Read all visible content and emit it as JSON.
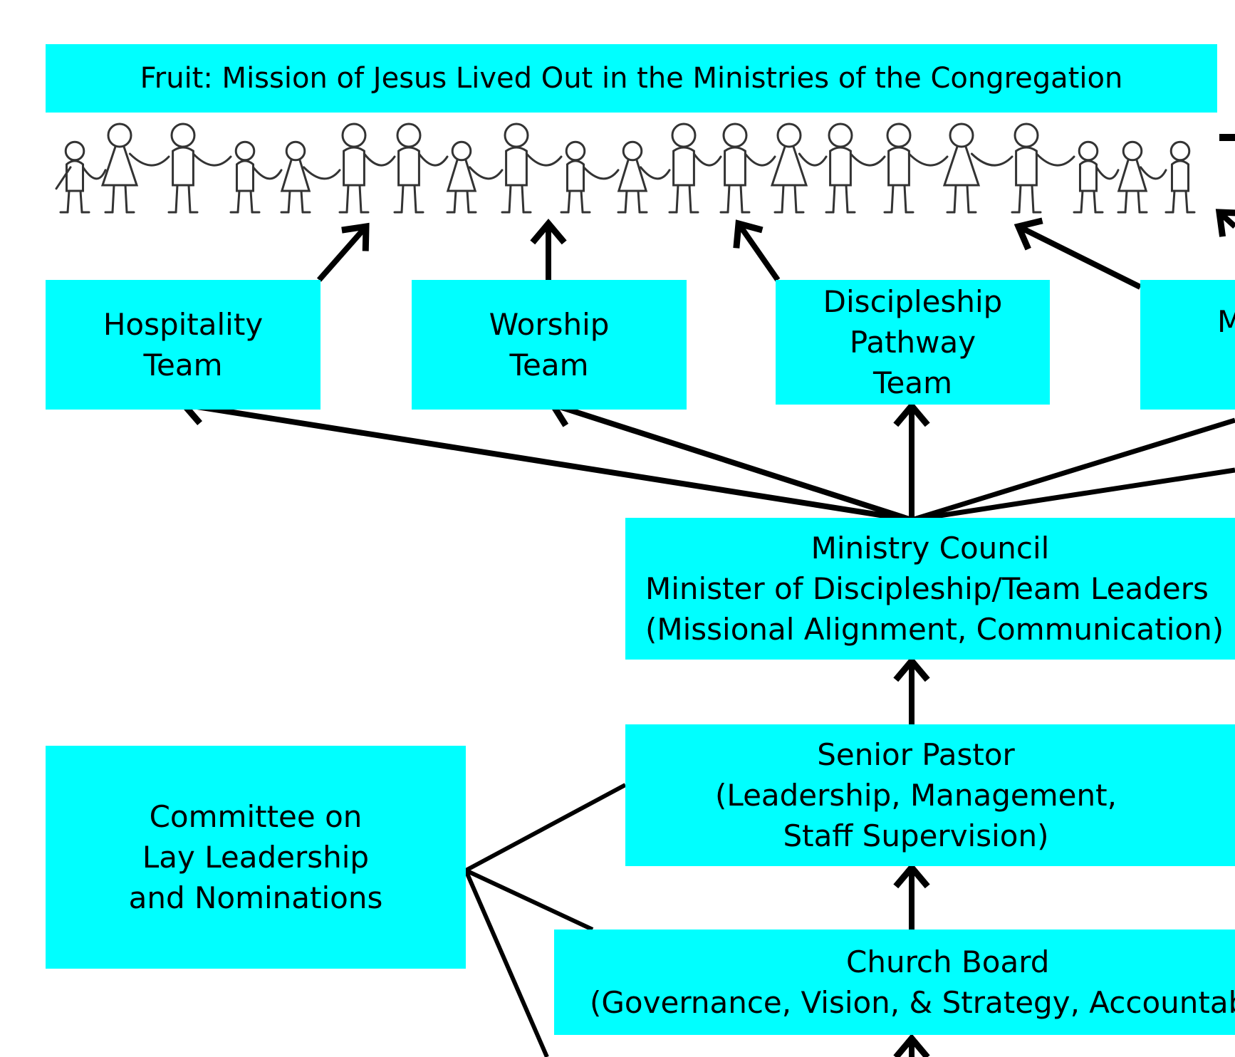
{
  "fruit_banner": {
    "text": "Fruit: Mission of Jesus Lived Out in the Ministries of the Congregation"
  },
  "teams": [
    {
      "lines": [
        "Hospitality",
        "Team"
      ]
    },
    {
      "lines": [
        "Worship",
        "Team"
      ]
    },
    {
      "lines": [
        "Discipleship",
        "Pathway",
        "Team"
      ]
    },
    {
      "lines": [
        "M"
      ]
    }
  ],
  "ministry_council": {
    "lines": [
      "Ministry Council",
      "Minister of Discipleship/Team Leaders",
      "(Missional Alignment, Communication)"
    ]
  },
  "senior_pastor": {
    "lines": [
      "Senior Pastor",
      "(Leadership, Management,",
      "Staff Supervision)"
    ]
  },
  "committee": {
    "lines": [
      "Committee on",
      "Lay Leadership",
      "and Nominations"
    ]
  },
  "church_board": {
    "lines": [
      "Church Board",
      "(Governance, Vision, & Strategy, Accountab"
    ]
  },
  "colors": {
    "box_fill": "#00ffff",
    "line": "#000000"
  },
  "icons": {
    "people": "holding-hands-stick-figures"
  }
}
